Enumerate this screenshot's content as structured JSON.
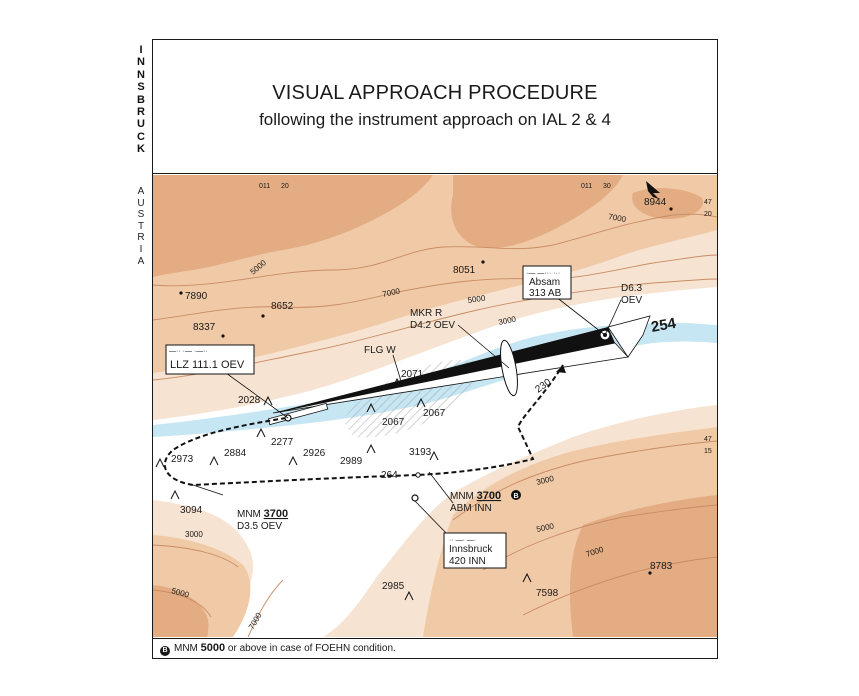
{
  "side_labels": {
    "city": [
      "I",
      "N",
      "N",
      "S",
      "B",
      "R",
      "U",
      "C",
      "K"
    ],
    "country": [
      "A",
      "U",
      "S",
      "T",
      "R",
      "I",
      "A"
    ]
  },
  "header": {
    "title": "VISUAL APPROACH PROCEDURE",
    "subtitle": "following the instrument approach on IAL 2 & 4"
  },
  "colors": {
    "terrain_low": "#f6e3d1",
    "terrain_mid": "#f0c9a6",
    "terrain_high": "#e3ac82",
    "river": "#c7e6f3",
    "hatch": "#9a9a9a",
    "ink": "#1a1a1a"
  },
  "map": {
    "grid_labels": {
      "tl_a": "011",
      "tl_b": "20",
      "tr_a": "011",
      "tr_b": "30",
      "r1_a": "47",
      "r1_b": "20",
      "r2_a": "47",
      "r2_b": "15"
    },
    "elevations": [
      "8944",
      "8051",
      "7890",
      "8652",
      "8337",
      "2071",
      "2028",
      "2067",
      "2067",
      "2277",
      "2973",
      "2884",
      "2926",
      "2989",
      "3193",
      "3094",
      "2985",
      "8783",
      "7598"
    ],
    "contours": [
      "7000",
      "5000",
      "7000",
      "5000",
      "3000",
      "3000",
      "5000",
      "7000",
      "3000",
      "5000",
      "7000"
    ],
    "runway": "254",
    "course_label": "230",
    "fix_264": "264",
    "facilities": {
      "absam": {
        "morse": "·— —··· ···",
        "name": "Absam",
        "freq": "313 AB"
      },
      "d63": {
        "line1": "D6.3",
        "line2": "OEV"
      },
      "mkr": {
        "line1": "MKR R",
        "line2": "D4.2 OEV"
      },
      "flg": "FLG W",
      "llz": {
        "morse": "—·· ·— ·—··",
        "name": "LLZ 111.1 OEV"
      },
      "mnm_west": {
        "prefix": "MNM ",
        "alt": "3700",
        "line2": "D3.5 OEV"
      },
      "mnm_east": {
        "prefix": "MNM ",
        "alt": "3700",
        "line2": "ABM INN"
      },
      "inn": {
        "morse": "·· —· —·",
        "name": "Innsbruck",
        "freq": "420 INN"
      }
    }
  },
  "footer": {
    "icon": "B",
    "prefix": "MNM ",
    "value": "5000",
    "suffix": " or above in case of FOEHN condition."
  }
}
